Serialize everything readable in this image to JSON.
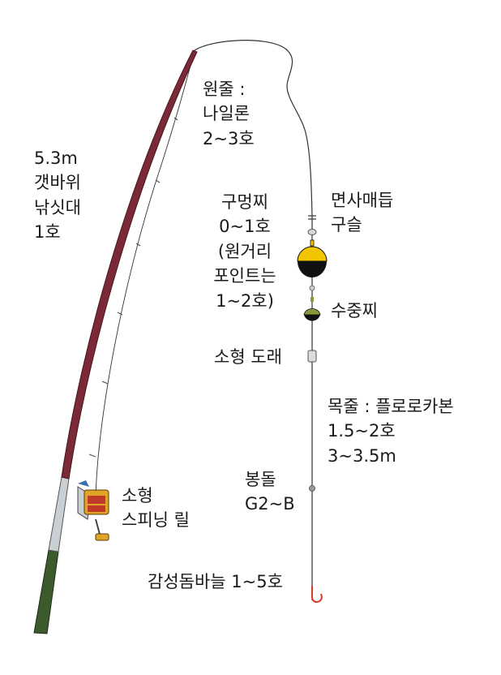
{
  "labels": {
    "rod": [
      "5.3m",
      "갯바위",
      "낚싯대",
      "1호"
    ],
    "main_line": [
      "원줄 :",
      "나일론",
      "2~3호"
    ],
    "knot": [
      "면사매듭",
      "구슬"
    ],
    "float": [
      "구멍찌",
      "0~1호",
      "(원거리",
      "포인트는",
      "1~2호)"
    ],
    "sub_float": "수중찌",
    "swivel": "소형 도래",
    "leader": [
      "목줄 : 플로로카본",
      "1.5~2호",
      "3~3.5m"
    ],
    "sinker": [
      "봉돌",
      "G2~B"
    ],
    "reel": [
      "소형",
      "스피닝 릴"
    ],
    "hook": "감성돔바늘 1~5호"
  },
  "colors": {
    "rod_body": "#7a2a36",
    "rod_handle": "#3d5a2c",
    "float_yellow": "#f3c400",
    "float_black": "#111111",
    "line": "#333333",
    "hook": "#d83a2a",
    "reel_red": "#c0392b",
    "reel_gold": "#e0a526"
  }
}
